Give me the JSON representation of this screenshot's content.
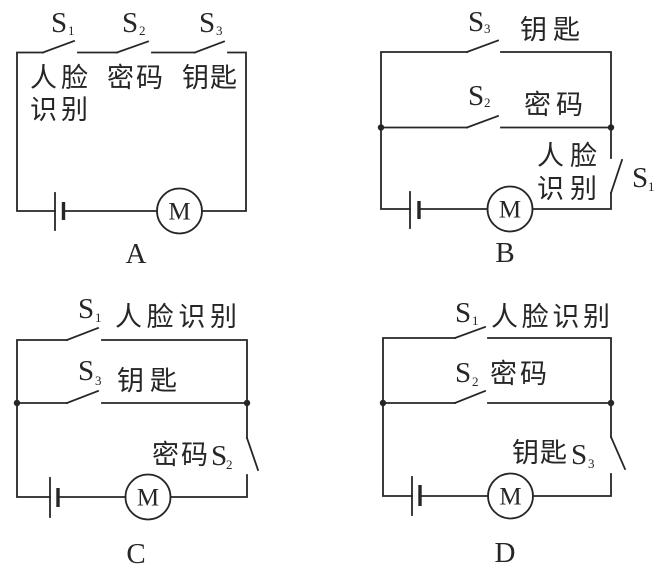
{
  "colors": {
    "ink": "#262626",
    "background": "#ffffff"
  },
  "options": {
    "A": {
      "label": "A",
      "motor_symbol": "M",
      "switches": {
        "s1": {
          "symbol": "S",
          "subscript": "1",
          "function_lines": [
            "人脸",
            "识别"
          ]
        },
        "s2": {
          "symbol": "S",
          "subscript": "2",
          "function_lines": [
            "密码"
          ]
        },
        "s3": {
          "symbol": "S",
          "subscript": "3",
          "function_lines": [
            "钥匙"
          ]
        }
      }
    },
    "B": {
      "label": "B",
      "motor_symbol": "M",
      "switches": {
        "s1": {
          "symbol": "S",
          "subscript": "1",
          "function_lines": [
            "人脸",
            "识别"
          ]
        },
        "s2": {
          "symbol": "S",
          "subscript": "2",
          "function_lines": [
            "密码"
          ]
        },
        "s3": {
          "symbol": "S",
          "subscript": "3",
          "function_lines": [
            "钥匙"
          ]
        }
      }
    },
    "C": {
      "label": "C",
      "motor_symbol": "M",
      "switches": {
        "s1": {
          "symbol": "S",
          "subscript": "1",
          "function_lines": [
            "人脸识别"
          ]
        },
        "s2": {
          "symbol": "S",
          "subscript": "2",
          "function_lines": [
            "密码"
          ]
        },
        "s3": {
          "symbol": "S",
          "subscript": "3",
          "function_lines": [
            "钥匙"
          ]
        }
      }
    },
    "D": {
      "label": "D",
      "motor_symbol": "M",
      "switches": {
        "s1": {
          "symbol": "S",
          "subscript": "1",
          "function_lines": [
            "人脸识别"
          ]
        },
        "s2": {
          "symbol": "S",
          "subscript": "2",
          "function_lines": [
            "密码"
          ]
        },
        "s3": {
          "symbol": "S",
          "subscript": "3",
          "function_lines": [
            "钥匙"
          ]
        }
      }
    }
  }
}
